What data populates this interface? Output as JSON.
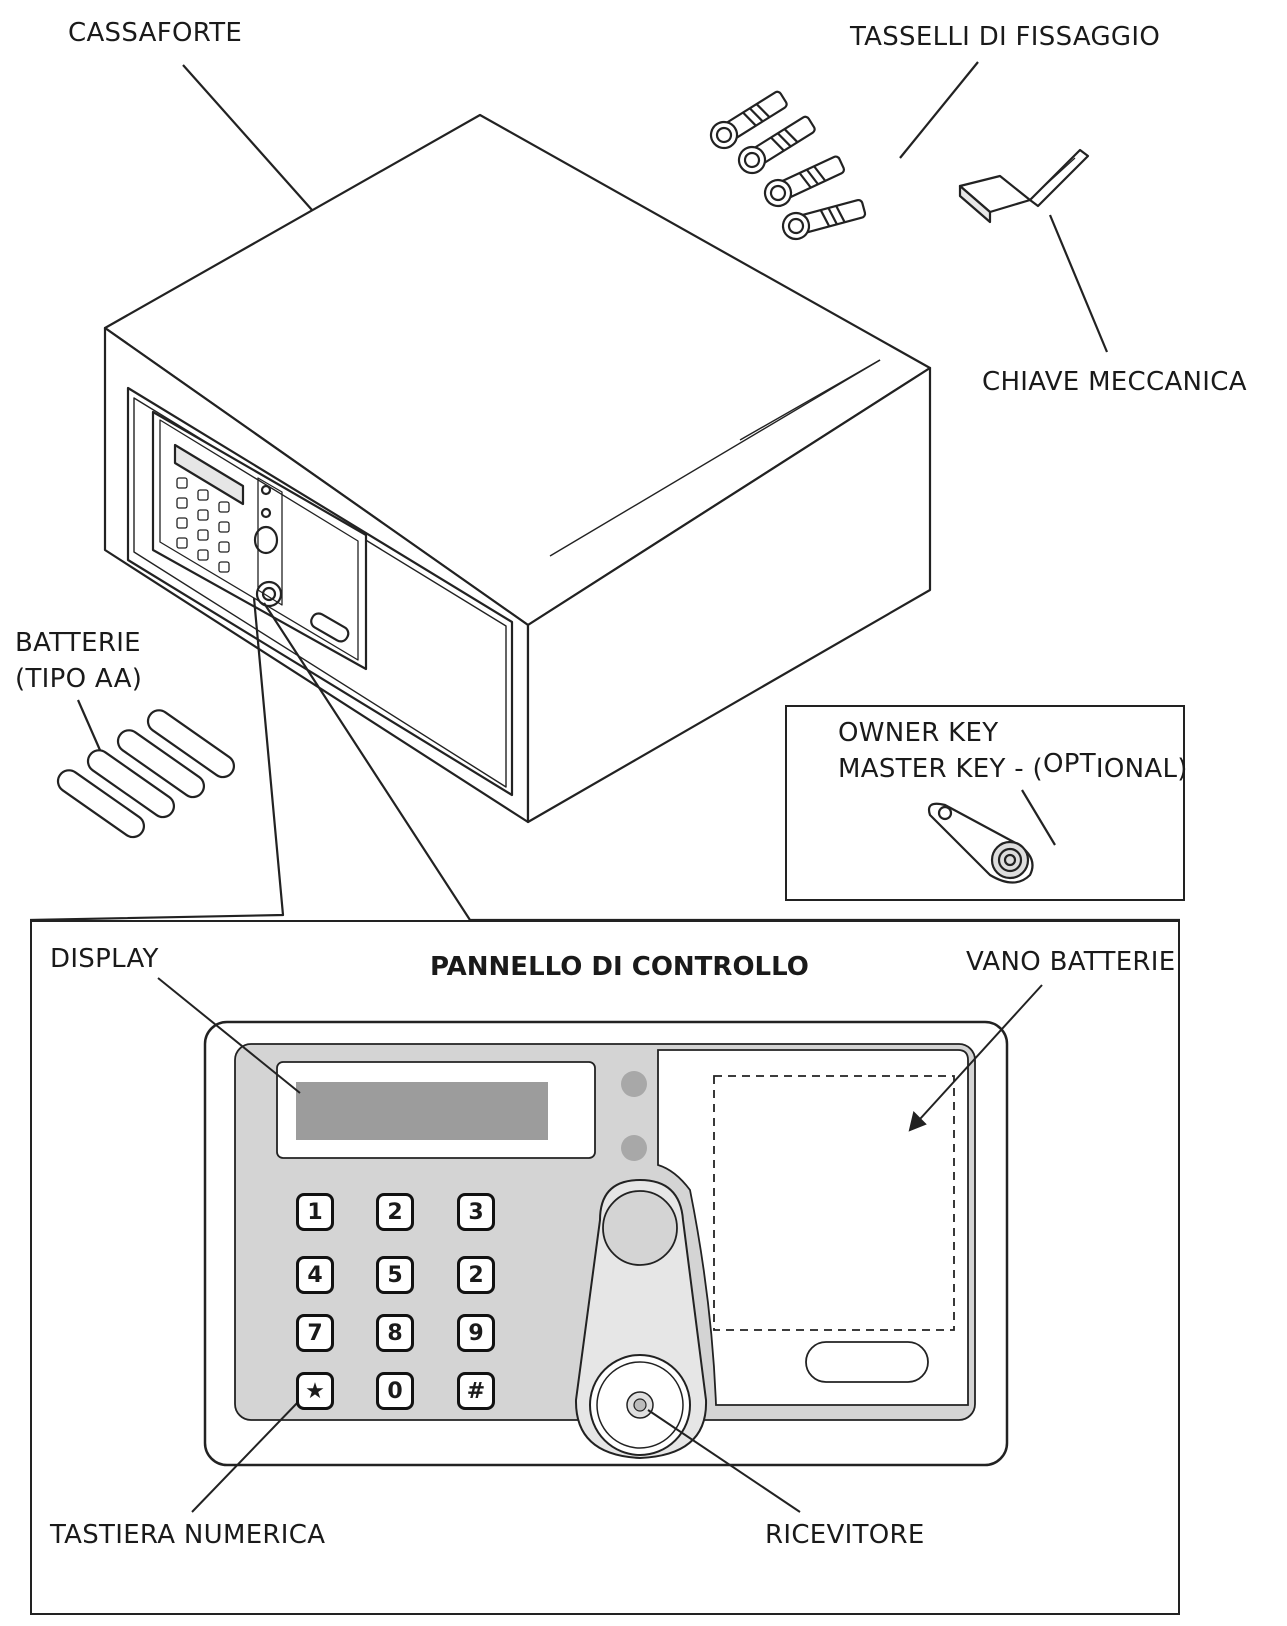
{
  "labels": {
    "safe": "CASSAFORTE",
    "anchors": "TASSELLI DI FISSAGGIO",
    "mech_key": "CHIAVE MECCANICA",
    "batteries_line1": "BATTERIE",
    "batteries_line2": "(TIPO AA)",
    "owner_key": "OWNER KEY",
    "master_key_a": "MASTER KEY - (",
    "master_key_b": "OPT",
    "master_key_c": "IONAL)",
    "panel_title": "PANNELLO DI CONTROLLO",
    "display": "DISPLAY",
    "battery_compartment": "VANO BATTERIE",
    "keypad": "TASTIERA NUMERICA",
    "receiver": "RICEVITORE"
  },
  "keypad": {
    "keys": [
      "1",
      "2",
      "3",
      "4",
      "5",
      "2",
      "7",
      "8",
      "9",
      "★",
      "0",
      "#"
    ]
  },
  "colors": {
    "panel_gray": "#d4d4d4",
    "display_gray": "#9c9c9c",
    "led_gray": "#a8a8a8",
    "line": "#222222"
  }
}
